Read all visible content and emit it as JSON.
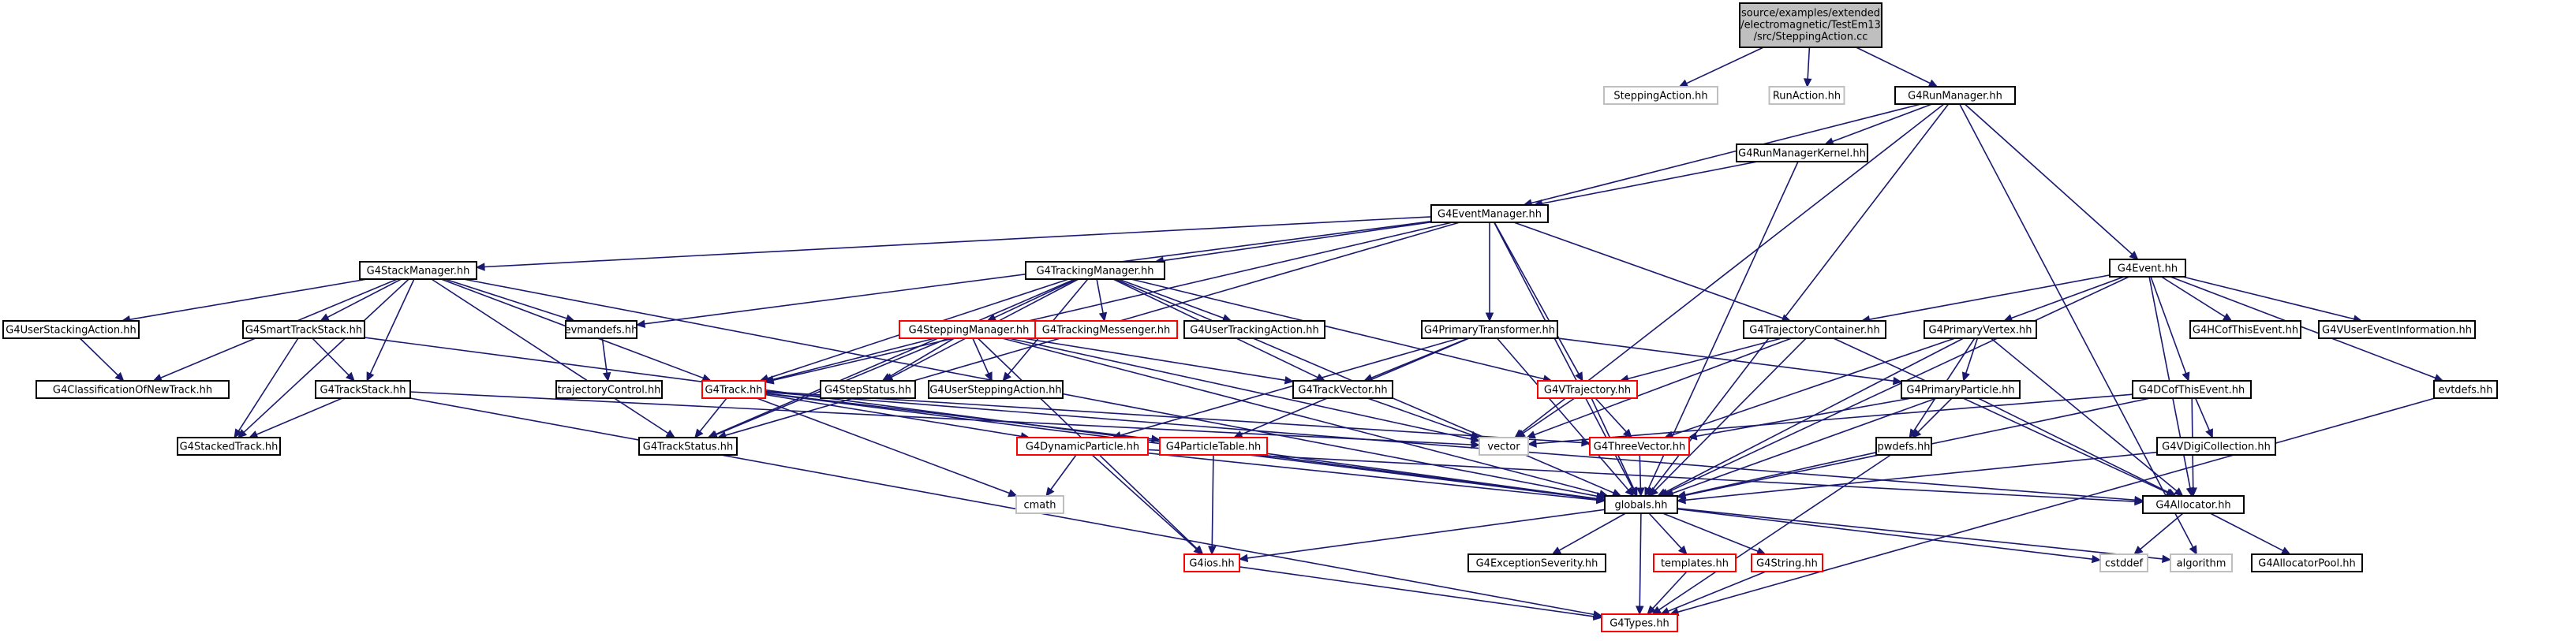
{
  "root": {
    "label_lines": [
      "source/examples/extended",
      "/electromagnetic/TestEm13",
      "/src/SteppingAction.cc"
    ]
  },
  "colors": {
    "edge": "#191970",
    "box_normal": "#000000",
    "box_truncated": "#ff0000",
    "box_leaf": "#bfbfbf",
    "root_fill": "#bfbfbf"
  },
  "nodes": {
    "SteppingAction": "SteppingAction.hh",
    "RunAction": "RunAction.hh",
    "G4RunManager": "G4RunManager.hh",
    "G4RunManagerKernel": "G4RunManagerKernel.hh",
    "G4EventManager": "G4EventManager.hh",
    "G4Event": "G4Event.hh",
    "G4StackManager": "G4StackManager.hh",
    "G4TrackingManager": "G4TrackingManager.hh",
    "G4UserStackingAction": "G4UserStackingAction.hh",
    "G4SmartTrackStack": "G4SmartTrackStack.hh",
    "evmandefs": "evmandefs.hh",
    "G4ClassificationOfNewTrack": "G4ClassificationOfNewTrack.hh",
    "trajectoryControl": "trajectoryControl.hh",
    "G4TrackStack": "G4TrackStack.hh",
    "G4StackedTrack": "G4StackedTrack.hh",
    "G4SteppingManager": "G4SteppingManager.hh",
    "G4TrackingMessenger": "G4TrackingMessenger.hh",
    "G4UserTrackingAction": "G4UserTrackingAction.hh",
    "G4PrimaryTransformer": "G4PrimaryTransformer.hh",
    "G4Track": "G4Track.hh",
    "G4StepStatus": "G4StepStatus.hh",
    "G4UserSteppingAction": "G4UserSteppingAction.hh",
    "G4TrackVector": "G4TrackVector.hh",
    "G4TrajectoryContainer": "G4TrajectoryContainer.hh",
    "G4VTrajectory": "G4VTrajectory.hh",
    "G4PrimaryVertex": "G4PrimaryVertex.hh",
    "G4HCofThisEvent": "G4HCofThisEvent.hh",
    "G4VUserEventInformation": "G4VUserEventInformation.hh",
    "evtdefs": "evtdefs.hh",
    "G4PrimaryParticle": "G4PrimaryParticle.hh",
    "G4DCofThisEvent": "G4DCofThisEvent.hh",
    "G4TrackStatus": "G4TrackStatus.hh",
    "G4DynamicParticle": "G4DynamicParticle.hh",
    "G4ParticleTable": "G4ParticleTable.hh",
    "vector": "vector",
    "G4ThreeVector": "G4ThreeVector.hh",
    "pwdefs": "pwdefs.hh",
    "G4VDigiCollection": "G4VDigiCollection.hh",
    "cmath": "cmath",
    "globals": "globals.hh",
    "G4Allocator": "G4Allocator.hh",
    "G4ios": "G4ios.hh",
    "G4ExceptionSeverity": "G4ExceptionSeverity.hh",
    "templates": "templates.hh",
    "G4String": "G4String.hh",
    "cstddef": "cstddef",
    "algorithm": "algorithm",
    "G4AllocatorPool": "G4AllocatorPool.hh",
    "G4Types": "G4Types.hh"
  }
}
